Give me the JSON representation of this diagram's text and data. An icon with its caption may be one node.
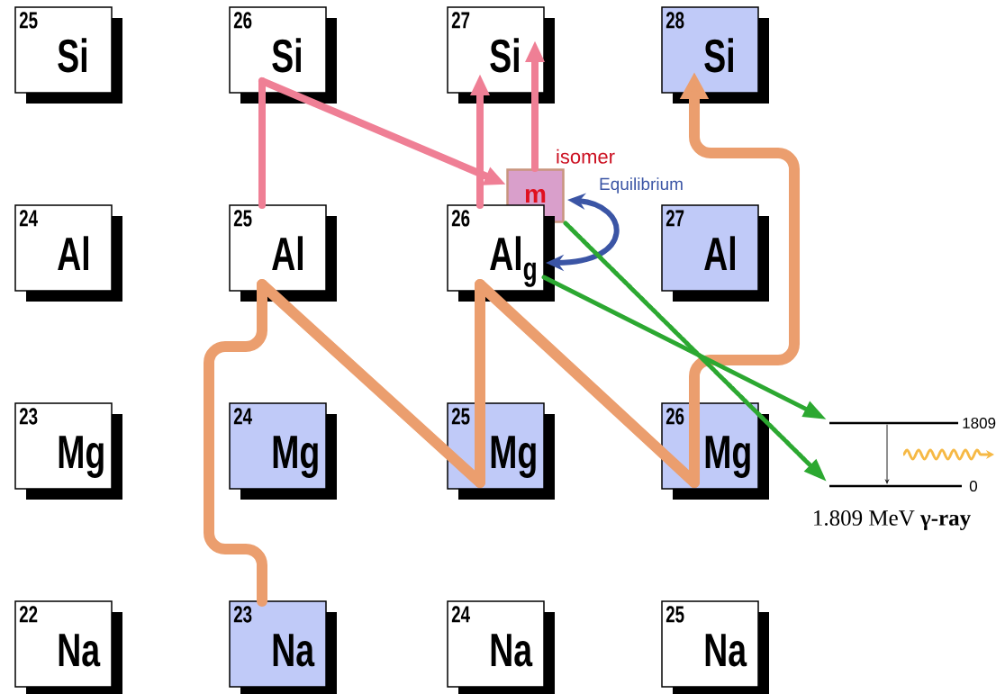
{
  "diagram": {
    "nodes": [
      {
        "text": [
          "25",
          "Si"
        ]
      },
      {
        "text": [
          "26",
          "Si"
        ]
      },
      {
        "text": [
          "27",
          "Si"
        ]
      },
      {
        "text": [
          "28",
          "Si"
        ]
      },
      {
        "text": [
          "m"
        ],
        "beside": [
          "isomer"
        ]
      },
      {
        "text": [
          "24",
          "Al"
        ]
      },
      {
        "text": [
          "25",
          "Al"
        ]
      },
      {
        "text": [
          "26",
          "Al$_{g}$"
        ]
      },
      {
        "text": [
          "27",
          "Al"
        ]
      },
      {
        "text": [
          "23",
          "Mg"
        ]
      },
      {
        "text": [
          "24",
          "Mg"
        ]
      },
      {
        "text": [
          "25",
          "Mg"
        ]
      },
      {
        "text": [
          "26",
          "Mg"
        ]
      },
      {
        "text": [],
        "shape": "bar",
        "beside": [
          "1809"
        ]
      },
      {
        "text": [],
        "shape": "bar",
        "beside": [
          "0"
        ]
      },
      {
        "text": [
          "22",
          "Na"
        ]
      },
      {
        "text": [
          "23",
          "Na"
        ]
      },
      {
        "text": [
          "24",
          "Na"
        ]
      },
      {
        "text": [
          "25",
          "Na"
        ]
      }
    ],
    "edges": [
      {
        "from": 16,
        "to": 6,
        "arrow": "none"
      },
      {
        "from": 6,
        "to": 11,
        "arrow": "none"
      },
      {
        "from": 11,
        "to": 7,
        "arrow": "none"
      },
      {
        "from": 7,
        "to": 12,
        "arrow": "none"
      },
      {
        "from": 12,
        "to": 3,
        "arrow": "to"
      },
      {
        "from": 6,
        "to": 1,
        "arrow": "none",
        "color": "#ef7f95"
      },
      {
        "from": 1,
        "to": 4,
        "arrow": "to",
        "color": "#ef7f95"
      },
      {
        "from": 7,
        "to": 2,
        "arrow": "to",
        "color": "#ef7f95"
      },
      {
        "from": 4,
        "to": 2,
        "arrow": "to",
        "color": "#ef7f95"
      },
      {
        "from": 4,
        "to": 7,
        "arrow": "both",
        "label": "Equilibrium",
        "color": "#3b55a5"
      },
      {
        "from": 7,
        "to": 13,
        "arrow": "to",
        "color": "#2ca831"
      },
      {
        "from": 4,
        "to": 14,
        "arrow": "to",
        "style": "dashed",
        "color": "#2ca831"
      },
      {
        "from": 13,
        "to": 14,
        "arrow": "to",
        "color": "#222222"
      }
    ],
    "labels": [
      "1.809 MeV **γ-ray**"
    ]
  }
}
